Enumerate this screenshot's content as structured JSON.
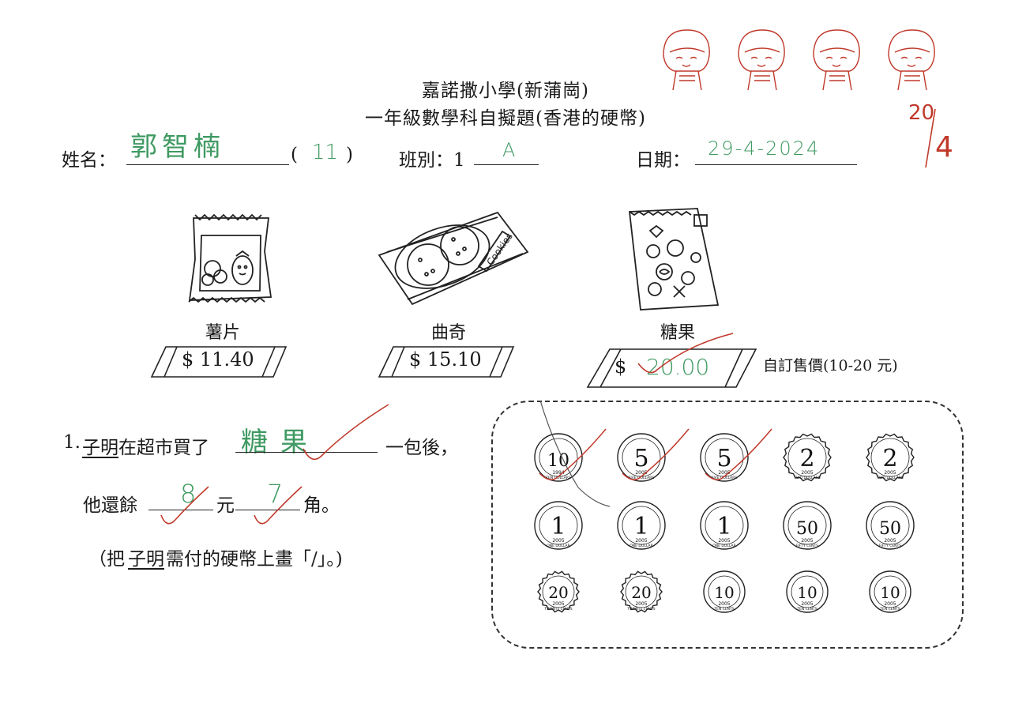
{
  "header": {
    "school": "嘉諾撒小學(新蒲崗)",
    "subtitle": "一年級數學科自擬題(香港的硬幣)"
  },
  "student": {
    "name_label": "姓名：",
    "name_value": "郭智楠",
    "number_open": "(",
    "number_value": "11",
    "number_close": ")",
    "class_label": "班別：1",
    "class_value": "A",
    "date_label": "日期：",
    "date_value": "29-4-2024"
  },
  "score": {
    "value": "20",
    "total": "4"
  },
  "items": [
    {
      "name": "薯片",
      "price": "$ 11.40"
    },
    {
      "name": "曲奇",
      "price": "$ 15.10"
    },
    {
      "name": "糖果",
      "price_prefix": "$",
      "price_value": "20.00",
      "note": "自訂售價(10-20 元)"
    }
  ],
  "question": {
    "number": "1.",
    "name": "子明",
    "part1": "在超市買了",
    "answer1": "糖果",
    "part2": "一包後，",
    "part3": "他還餘",
    "answer2": "8",
    "unit1": "元",
    "answer3": "7",
    "unit2": "角。",
    "instruction_open": "（把",
    "instruction_name": "子明",
    "instruction_rest": "需付的硬幣上畫「/」。)"
  },
  "coins": [
    {
      "value": "10",
      "year": "1994",
      "text": "TEN DOLLARS",
      "shape": "round",
      "checked": true
    },
    {
      "value": "5",
      "year": "2005",
      "text": "FIVE DOLLARS",
      "shape": "round",
      "checked": true
    },
    {
      "value": "5",
      "year": "2005",
      "text": "FIVE DOLLARS",
      "shape": "round",
      "checked": true
    },
    {
      "value": "2",
      "year": "2005",
      "text": "TWO DOLLARS",
      "shape": "scalloped",
      "checked": false
    },
    {
      "value": "2",
      "year": "2005",
      "text": "TWO DOLLARS",
      "shape": "scalloped",
      "checked": false
    },
    {
      "value": "1",
      "year": "2005",
      "text": "ONE DOLLAR",
      "shape": "round",
      "checked": false
    },
    {
      "value": "1",
      "year": "2005",
      "text": "ONE DOLLAR",
      "shape": "round",
      "checked": false
    },
    {
      "value": "1",
      "year": "2005",
      "text": "ONE DOLLAR",
      "shape": "round",
      "checked": false
    },
    {
      "value": "50",
      "year": "2005",
      "text": "FIFTY CENTS",
      "shape": "round",
      "checked": false
    },
    {
      "value": "50",
      "year": "2005",
      "text": "FIFTY CENTS",
      "shape": "round",
      "checked": false
    },
    {
      "value": "20",
      "year": "2005",
      "text": "TWENTY CENTS",
      "shape": "scalloped",
      "checked": false
    },
    {
      "value": "20",
      "year": "2005",
      "text": "TWENTY CENTS",
      "shape": "scalloped",
      "checked": false
    },
    {
      "value": "10",
      "year": "2005",
      "text": "TEN CENTS",
      "shape": "round",
      "checked": false
    },
    {
      "value": "10",
      "year": "2005",
      "text": "TEN CENTS",
      "shape": "round",
      "checked": false
    },
    {
      "value": "10",
      "year": "2005",
      "text": "TEN CENTS",
      "shape": "round",
      "checked": false
    }
  ],
  "colors": {
    "teacher_red": "#c0392b",
    "student_green": "#3f9a62",
    "ink": "#1a1a1a"
  }
}
